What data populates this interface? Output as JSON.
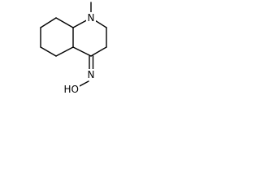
{
  "molecule": {
    "atoms": {
      "ring_nitrogen": "N",
      "oxime_nitrogen": "N",
      "hydroxyl": "HO"
    }
  }
}
